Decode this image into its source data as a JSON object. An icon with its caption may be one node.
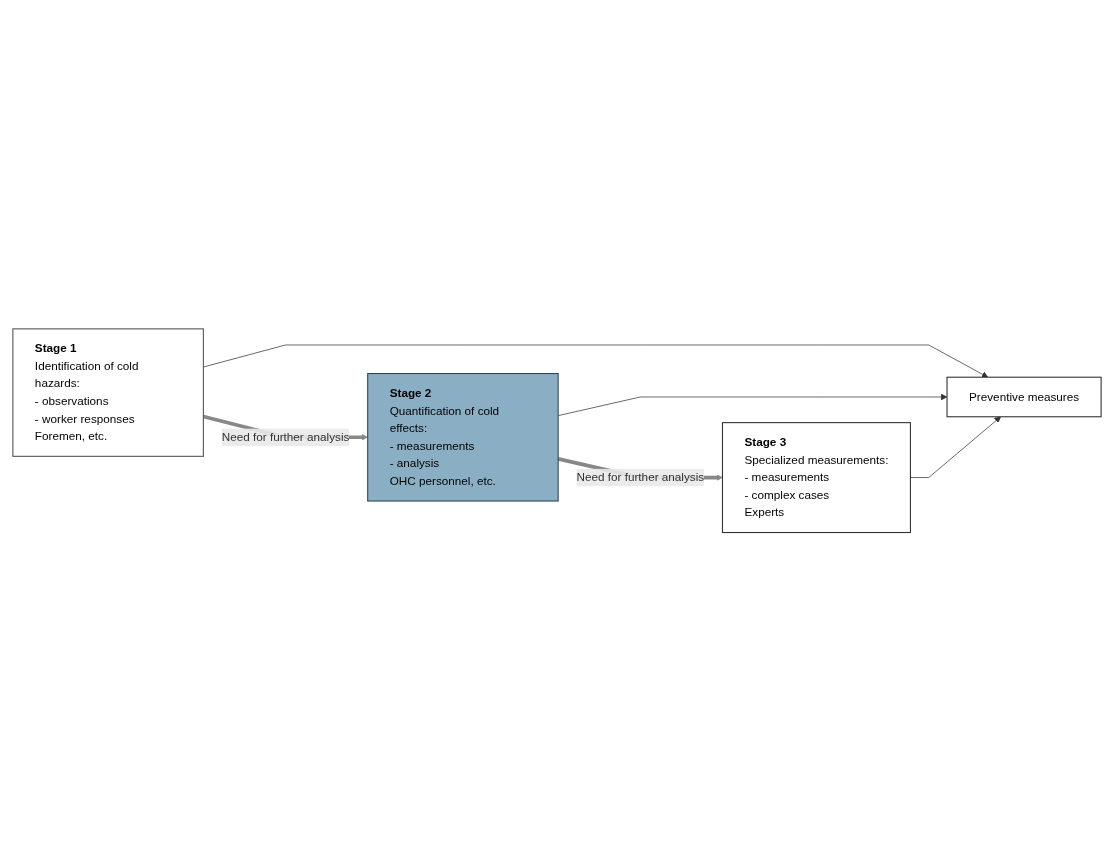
{
  "diagram": {
    "nodes": [
      {
        "text": [
          "Stage 1",
          "Identification of cold hazards:",
          "- observations",
          "- worker responses",
          "Foremen, etc."
        ]
      },
      {
        "text": [
          "Stage 2",
          "Quantification of cold effects:",
          "- measurements",
          "- analysis",
          "OHC personnel, etc."
        ]
      },
      {
        "text": [
          "Stage 3",
          "Specialized measurements:",
          "- measurements",
          "- complex cases",
          "Experts"
        ]
      },
      {
        "text": [
          "Preventive measures"
        ]
      }
    ],
    "edges": [
      {
        "from": 0,
        "to": 1,
        "arrow": "to",
        "label": "Need for further analysis",
        "style": "thick",
        "color": "#888888"
      },
      {
        "from": 1,
        "to": 2,
        "arrow": "to",
        "label": "Need for further analysis",
        "style": "thick",
        "color": "#888888"
      },
      {
        "from": 0,
        "to": 3,
        "arrow": "to"
      },
      {
        "from": 1,
        "to": 3,
        "arrow": "to"
      },
      {
        "from": 2,
        "to": 3,
        "arrow": "to"
      }
    ]
  }
}
